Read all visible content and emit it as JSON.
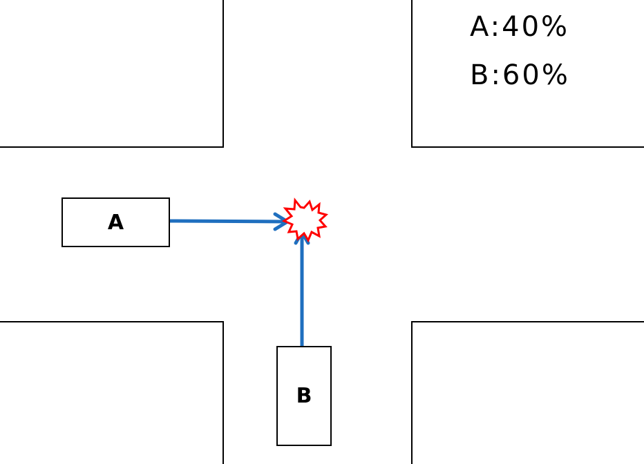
{
  "ratios": [
    {
      "party": "A",
      "text": "A:40%",
      "percent": 40
    },
    {
      "party": "B",
      "text": "B:60%",
      "percent": 60
    }
  ],
  "vehicles": {
    "a": {
      "label": "A",
      "direction": "east"
    },
    "b": {
      "label": "B",
      "direction": "north"
    }
  },
  "colors": {
    "arrow": "#1f6fbf",
    "collision": "#ff0000",
    "lines": "#000000"
  },
  "collision_icon": "explosion-star-icon"
}
